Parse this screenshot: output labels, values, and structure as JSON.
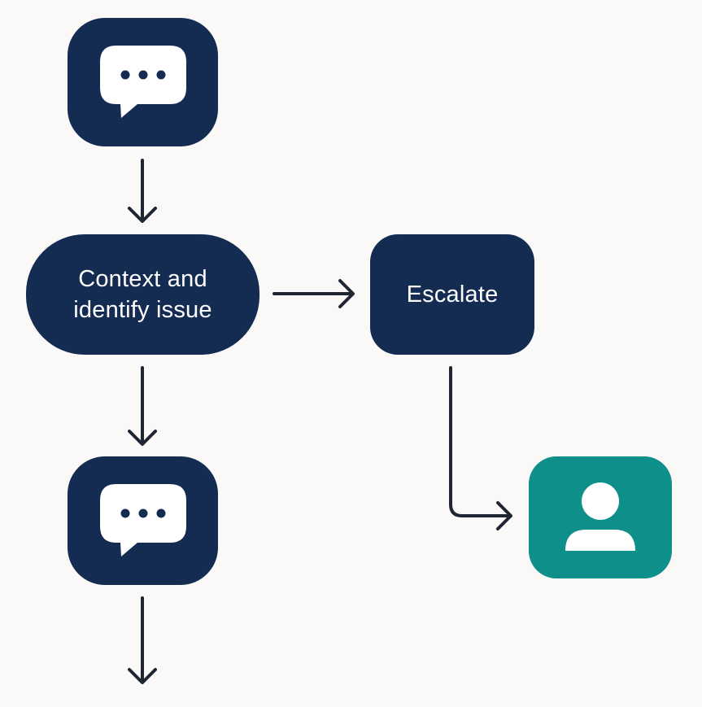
{
  "diagram": {
    "nodes": {
      "chat_top": {
        "icon": "chat-bubble-icon"
      },
      "context": {
        "label_line1": "Context and",
        "label_line2": "identify issue"
      },
      "escalate": {
        "label": "Escalate"
      },
      "chat_bottom": {
        "icon": "chat-bubble-icon"
      },
      "agent": {
        "icon": "person-icon"
      }
    },
    "colors": {
      "node_fill": "#142b52",
      "agent_fill": "#0e8f89",
      "connector": "#1f2533",
      "background": "#faf9f7"
    }
  }
}
